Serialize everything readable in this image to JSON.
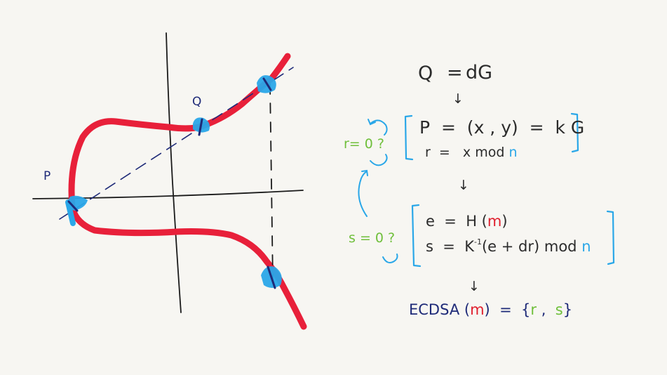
{
  "colors": {
    "background": "#f7f6f2",
    "curve": "#e8203a",
    "axis": "#1a1a1a",
    "marker": "#2aa7e8",
    "label": "#1e2a78",
    "formula": "#2b2b2b",
    "check": "#6fbf3b",
    "message": "#e0202e"
  },
  "graph": {
    "point_p": "P",
    "point_q": "Q"
  },
  "formulas": {
    "pubkey": {
      "left": "Q",
      "eq": "=",
      "right": "dG"
    },
    "arrow": "↓",
    "block1": {
      "line1": "P  =  (x , y)  =  k G",
      "line2_left": "r  =   x mod ",
      "line2_n": "n"
    },
    "block1_check": "r= 0 ?",
    "block2": {
      "line1_left": "e  =  H (",
      "line1_m": "m",
      "line1_right": ")",
      "line2_left": "s  =  K",
      "line2_sup": "-1",
      "line2_mid": "(e + dr) mod ",
      "line2_n": "n"
    },
    "block2_check": "s = 0 ?",
    "signature": {
      "left": "ECDSA (",
      "m": "m",
      "mid": ")  =  {",
      "r": "r",
      "comma": " ,  ",
      "s": "s",
      "close": "}"
    }
  }
}
